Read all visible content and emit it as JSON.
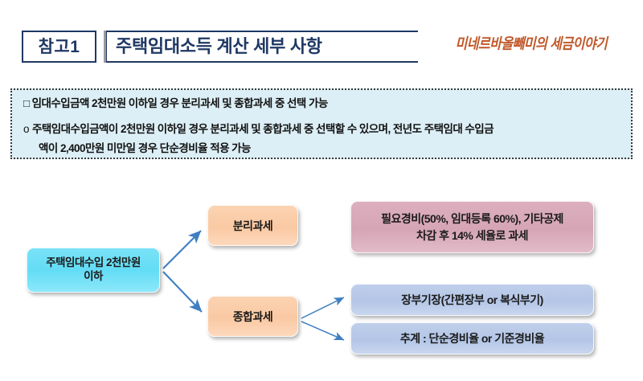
{
  "header": {
    "ref_badge": "참고1",
    "title": "주택임대소득 계산 세부 사항",
    "watermark": "미네르바올빼미의 세금이야기"
  },
  "note": {
    "marker_square": "□",
    "marker_circle": "o",
    "headline": "임대수입금액 2천만원 이하일 경우 분리과세 및 종합과세 중 선택 가능",
    "detail_line_1": "주택임대수입금액이 2천만원 이하일 경우 분리과세 및 종합과세 중 선택할 수 있으며, 전년도 주택임대 수입금",
    "detail_line_2": "액이 2,400만원 미만일 경우 단순경비율 적용 가능"
  },
  "flow": {
    "source": {
      "line1": "주택임대수입 2천만원",
      "line2": "이하"
    },
    "separate": "분리과세",
    "comprehensive": "종합과세",
    "separate_detail": {
      "line1": "필요경비(50%, 임대등록 60%), 기타공제",
      "line2": "차감 후 14% 세율로 과세"
    },
    "bookkeeping": "장부기장(간편장부 or 복식부기)",
    "estimate": "추계 : 단순경비율 or 기준경비율"
  },
  "colors": {
    "navy": "#1f3864",
    "watermark_orange": "#c1582a",
    "note_fill": "#ddeff6",
    "source_cyan": "#63dcf5",
    "branch_peach": "#fac9a3",
    "detail_pink": "#d6a5b5",
    "detail_blue": "#b4c6e7",
    "arrow_blue": "#3f7fc1"
  }
}
